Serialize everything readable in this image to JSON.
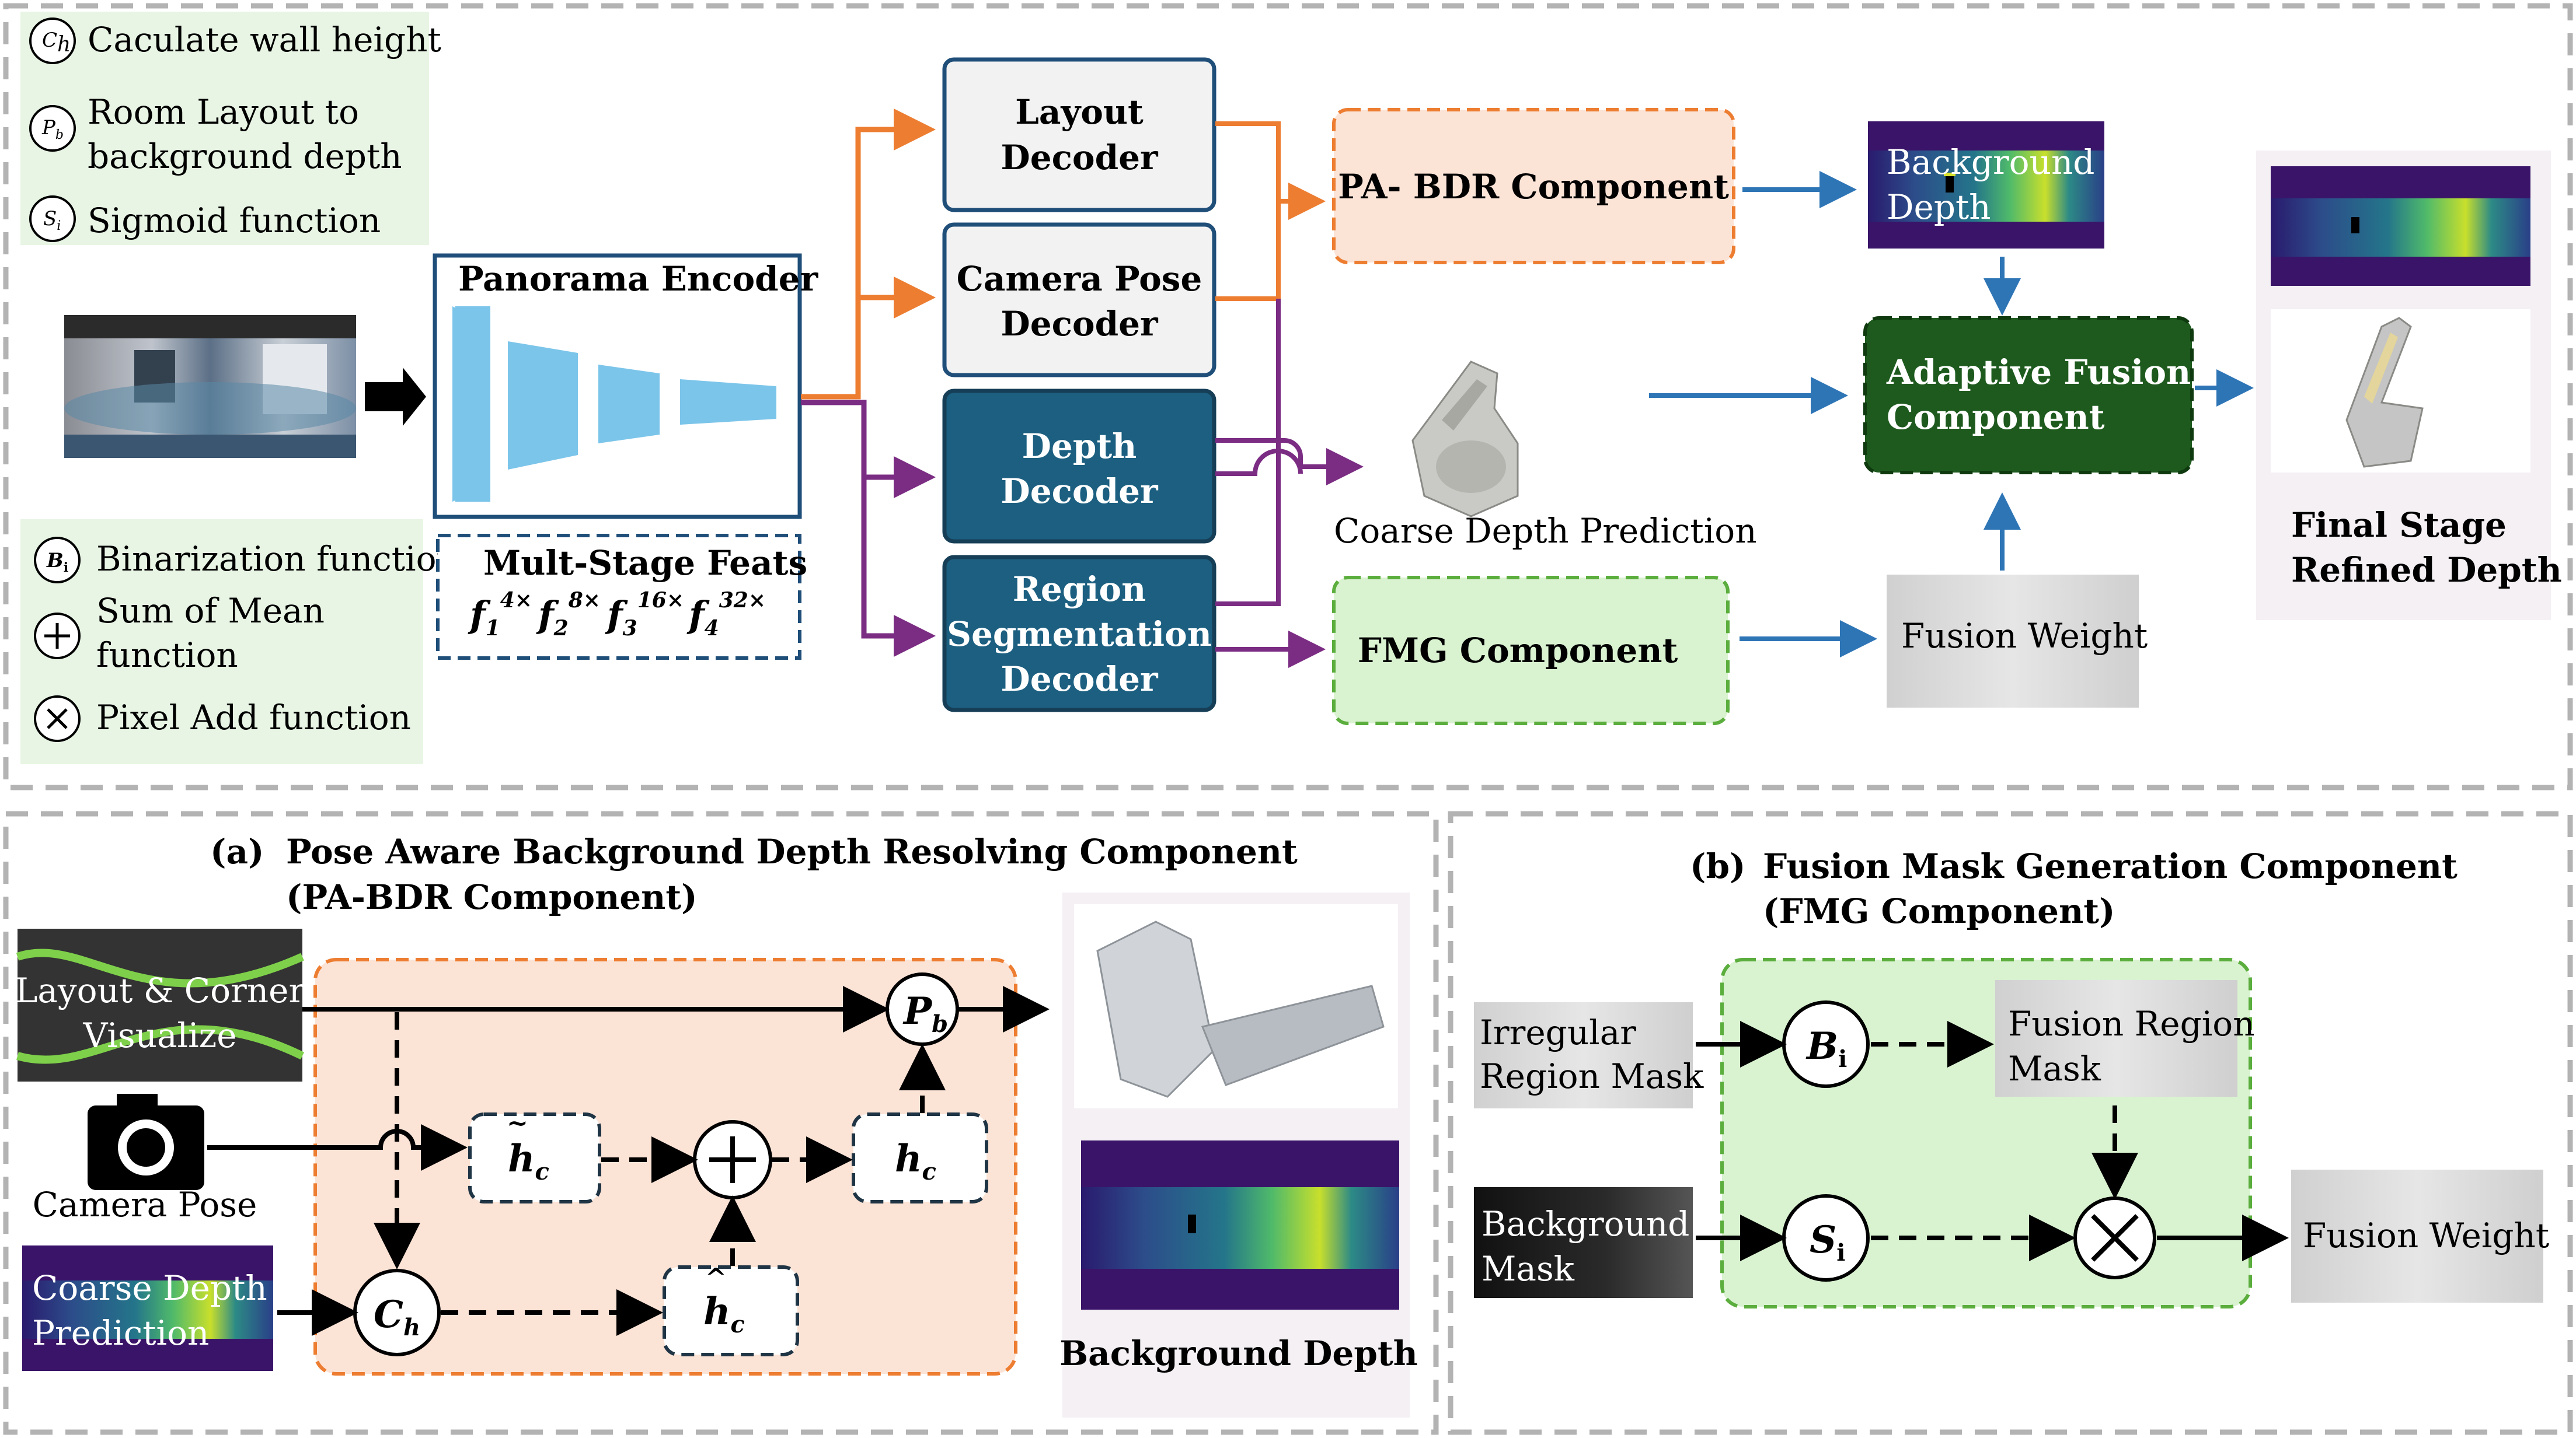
{
  "legend_top": {
    "items": [
      {
        "symbol": "C",
        "sub": "h",
        "label": "Caculate wall height"
      },
      {
        "symbol": "P",
        "sub": "b",
        "label_line1": "Room Layout to",
        "label_line2": "background depth"
      },
      {
        "symbol": "S",
        "sub": "i",
        "label": "Sigmoid function"
      }
    ]
  },
  "legend_bottom": {
    "items": [
      {
        "symbol": "B",
        "sub": "i",
        "label": "Binarization function"
      },
      {
        "symbol": "+",
        "label_line1": "Sum of Mean",
        "label_line2": "function"
      },
      {
        "symbol": "×",
        "label": "Pixel Add function"
      }
    ]
  },
  "main": {
    "encoder_title": "Panorama Encoder",
    "feats_title": "Mult-Stage Feats",
    "feats": [
      {
        "base": "f",
        "sub": "1",
        "sup": "4×"
      },
      {
        "base": "f",
        "sub": "2",
        "sup": "8×"
      },
      {
        "base": "f",
        "sub": "3",
        "sup": "16×"
      },
      {
        "base": "f",
        "sub": "4",
        "sup": "32×"
      }
    ],
    "layout_decoder": [
      "Layout",
      "Decoder"
    ],
    "camera_decoder": [
      "Camera Pose",
      "Decoder"
    ],
    "depth_decoder": [
      "Depth",
      "Decoder"
    ],
    "region_decoder": [
      "Region",
      "Segmentation",
      "Decoder"
    ],
    "pabdr": "PA- BDR Component",
    "fmg": "FMG Component",
    "coarse_depth": "Coarse Depth Prediction",
    "background_depth": [
      "Background",
      "Depth"
    ],
    "adaptive_fusion": [
      "Adaptive Fusion",
      "Component"
    ],
    "fusion_weight": "Fusion Weight",
    "final_stage": [
      "Final Stage",
      "Refined Depth"
    ]
  },
  "panel_a": {
    "label": "(a)",
    "title_line1": "Pose Aware Background Depth Resolving Component",
    "title_line2": "(PA-BDR Component)",
    "layout_corner": [
      "Layout & Corner",
      "Visualize"
    ],
    "camera_pose": "Camera Pose",
    "coarse_depth": [
      "Coarse Depth",
      "Prediction"
    ],
    "node_pb": {
      "base": "P",
      "sub": "b"
    },
    "node_ch": {
      "base": "C",
      "sub": "h"
    },
    "node_htilde": {
      "base": "h",
      "sub": "c"
    },
    "node_hhat": {
      "base": "h",
      "sub": "c"
    },
    "node_hc": {
      "base": "h",
      "sub": "c"
    },
    "background_depth": "Background Depth"
  },
  "panel_b": {
    "label": "(b)",
    "title_line1": "Fusion Mask Generation Component",
    "title_line2": "(FMG Component)",
    "irregular_mask": [
      "Irregular",
      "Region  Mask"
    ],
    "background_mask": [
      "Background",
      "Mask"
    ],
    "fusion_region_mask": [
      "Fusion Region",
      "Mask"
    ],
    "fusion_weight": "Fusion Weight",
    "node_bi": {
      "base": "B",
      "sub": "i"
    },
    "node_si": {
      "base": "S",
      "sub": "i"
    }
  },
  "colors": {
    "orange": "#ED7D31",
    "purple": "#7B2C83",
    "blue_arrow": "#2E75B6",
    "dark_teal": "#1F4E79",
    "decoder_teal": "#1C5F80",
    "dark_green": "#1E5A1E",
    "light_orange": "#FBE3D6",
    "light_green": "#D9F2D0",
    "legend_bg": "#E8F5E4"
  }
}
